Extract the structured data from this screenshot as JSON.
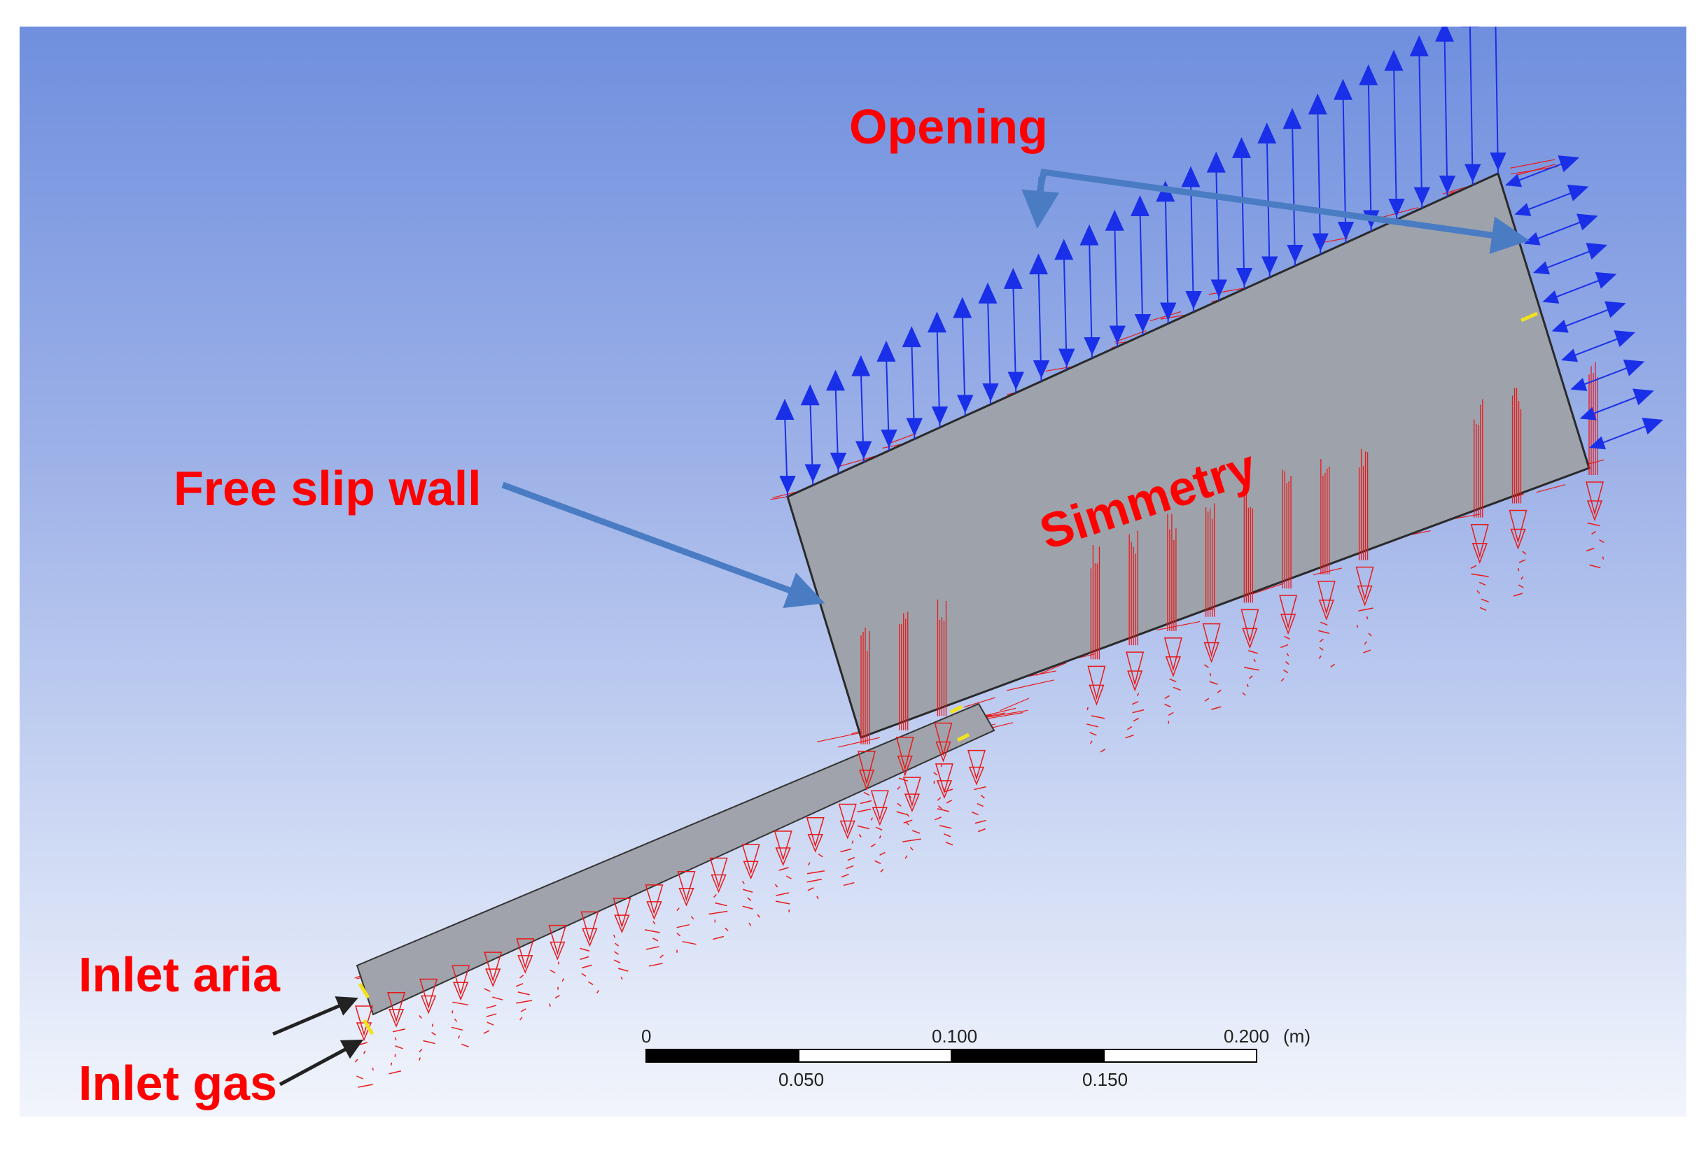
{
  "labels": {
    "opening": "Opening",
    "free_slip_wall": "Free slip wall",
    "symmetry": "Simmetry",
    "inlet_air": "Inlet aria",
    "inlet_gas": "Inlet gas"
  },
  "scale_bar": {
    "ticks_top": [
      "0",
      "0.100",
      "0.200"
    ],
    "ticks_bottom": [
      "0.050",
      "0.150"
    ],
    "unit": "(m)"
  },
  "colors": {
    "label_text": "#ff0000",
    "callout_arrow": "#4a7cc4",
    "opening_arrows": "#1a2fe8",
    "boundary_markers": "#e81a1a",
    "domain_fill": "#9ea2ab"
  }
}
